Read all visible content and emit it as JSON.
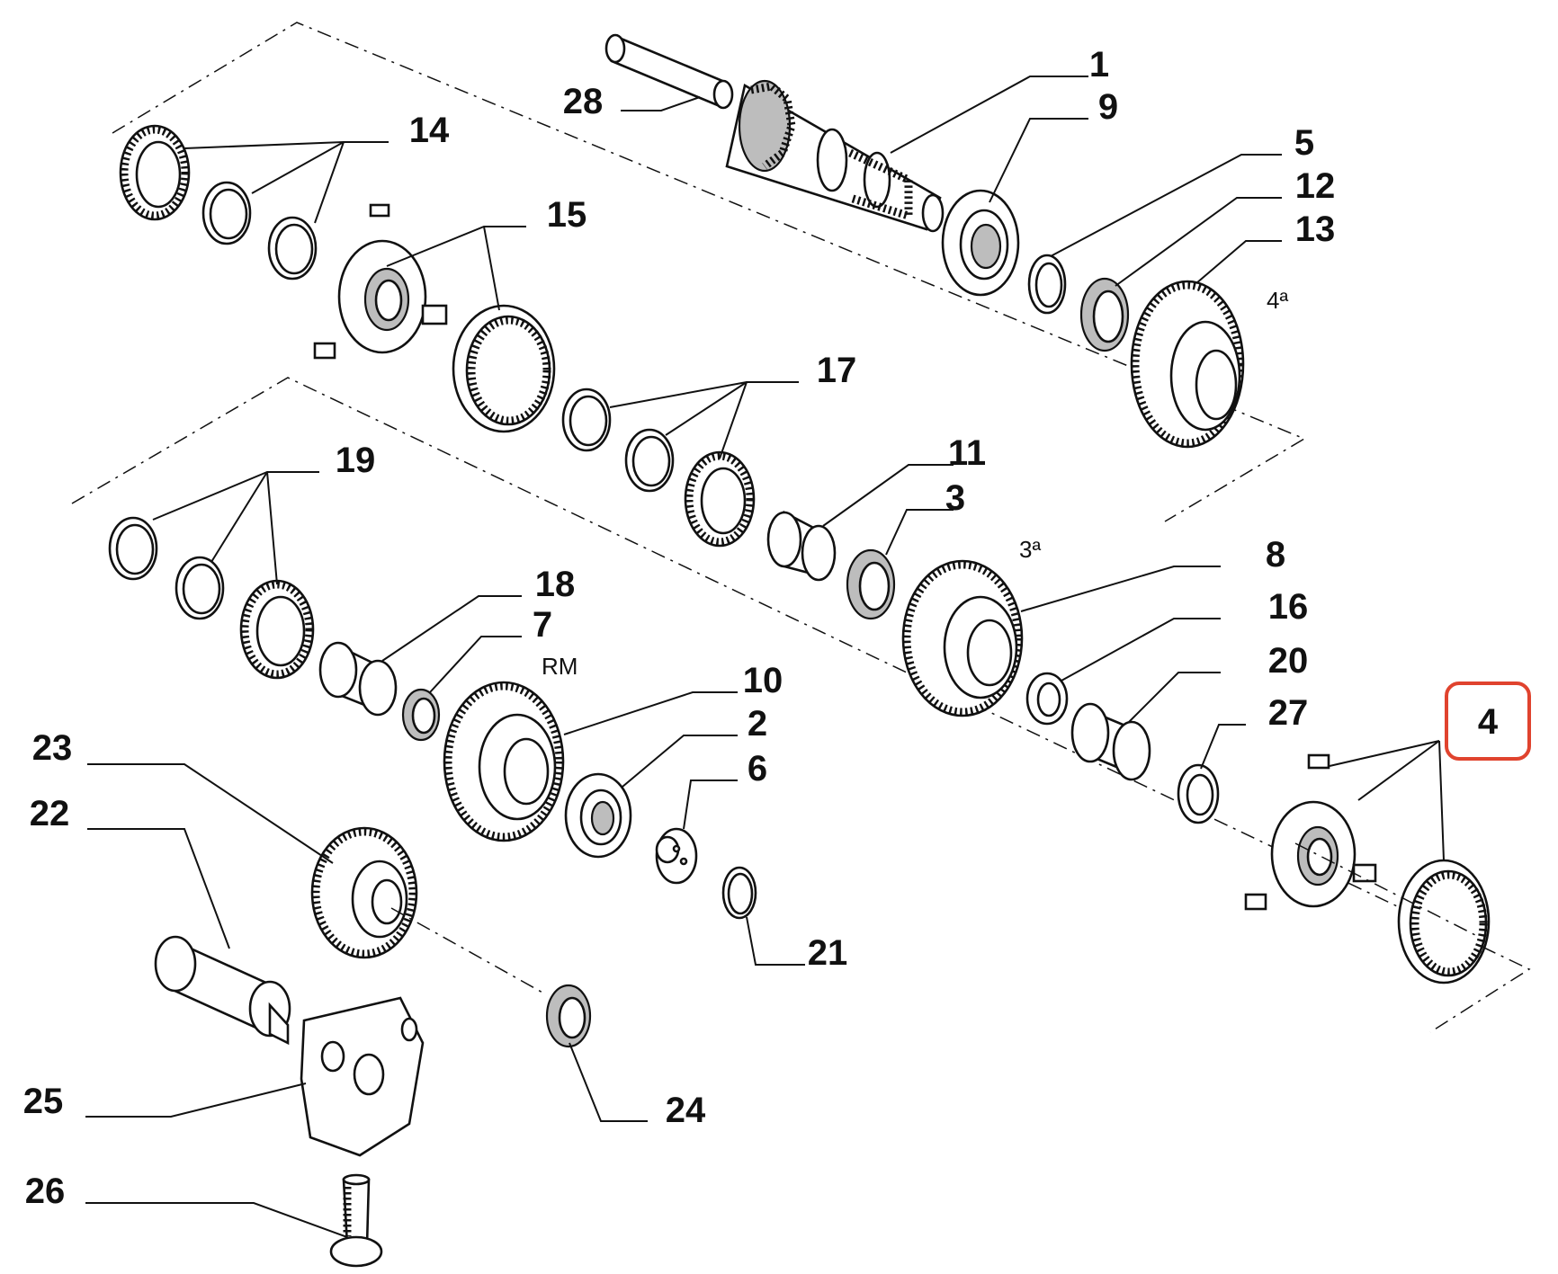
{
  "diagram": {
    "callouts": [
      {
        "id": "c1",
        "text": "1"
      },
      {
        "id": "c9",
        "text": "9"
      },
      {
        "id": "c5",
        "text": "5"
      },
      {
        "id": "c12",
        "text": "12"
      },
      {
        "id": "c13",
        "text": "13"
      },
      {
        "id": "c28",
        "text": "28"
      },
      {
        "id": "c14",
        "text": "14"
      },
      {
        "id": "c15",
        "text": "15"
      },
      {
        "id": "c17",
        "text": "17"
      },
      {
        "id": "c11",
        "text": "11"
      },
      {
        "id": "c3",
        "text": "3"
      },
      {
        "id": "c19",
        "text": "19"
      },
      {
        "id": "c18",
        "text": "18"
      },
      {
        "id": "c7",
        "text": "7"
      },
      {
        "id": "c8",
        "text": "8"
      },
      {
        "id": "c16",
        "text": "16"
      },
      {
        "id": "c20",
        "text": "20"
      },
      {
        "id": "c27",
        "text": "27"
      },
      {
        "id": "c10",
        "text": "10"
      },
      {
        "id": "c2",
        "text": "2"
      },
      {
        "id": "c6",
        "text": "6"
      },
      {
        "id": "c23",
        "text": "23"
      },
      {
        "id": "c22",
        "text": "22"
      },
      {
        "id": "c21",
        "text": "21"
      },
      {
        "id": "c25",
        "text": "25"
      },
      {
        "id": "c24",
        "text": "24"
      },
      {
        "id": "c26",
        "text": "26"
      },
      {
        "id": "c4",
        "text": "4"
      }
    ],
    "gear_labels": {
      "fourth": "4ª",
      "third": "3ª",
      "reverse": "RM"
    },
    "highlighted_callout": "4",
    "highlight_color": "#e0432e"
  }
}
